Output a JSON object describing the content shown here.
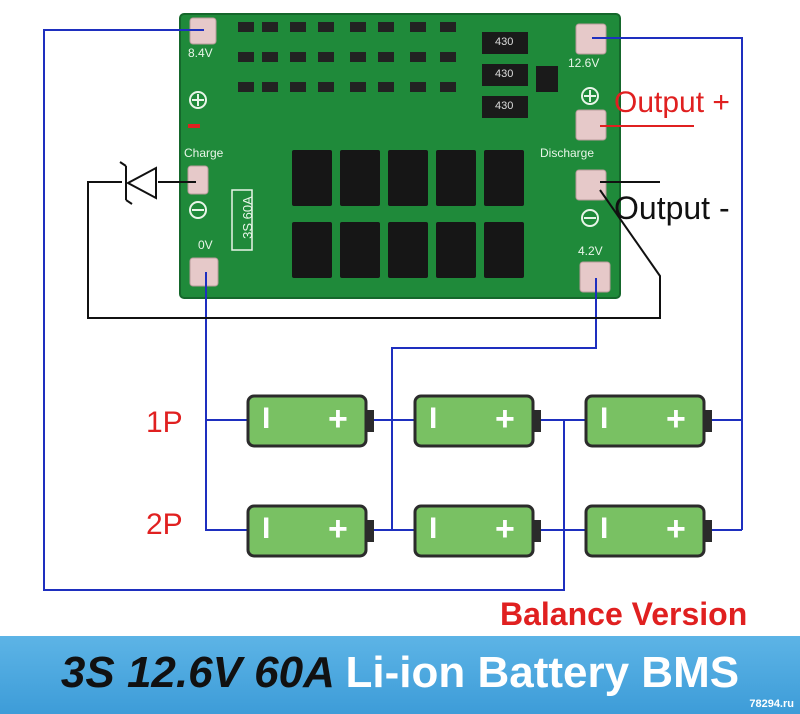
{
  "colors": {
    "wire": "#1e2fbf",
    "pcb": "#1f8a3a",
    "pcb_dark": "#15672b",
    "battery": "#79c163",
    "battery_border": "#2b2b2b",
    "red_label": "#e02020",
    "banner": "#3d9cd8"
  },
  "board": {
    "pad_8v4": "8.4V",
    "pad_12v6": "12.6V",
    "pad_charge": "Charge",
    "pad_discharge": "Discharge",
    "pad_0v": "0V",
    "pad_4v2": "4.2V",
    "chip_label": "3S 60A",
    "resistor_label": "430"
  },
  "labels": {
    "output_plus": "Output +",
    "output_minus": "Output -",
    "row_1p": "1P",
    "row_2p": "2P",
    "balance": "Balance Version"
  },
  "battery_marks": {
    "minus": "I",
    "plus": "+"
  },
  "banner": {
    "part1": "3S 12.6V 60A",
    "part2": "Li-ion Battery BMS"
  },
  "watermark": "78294.ru"
}
